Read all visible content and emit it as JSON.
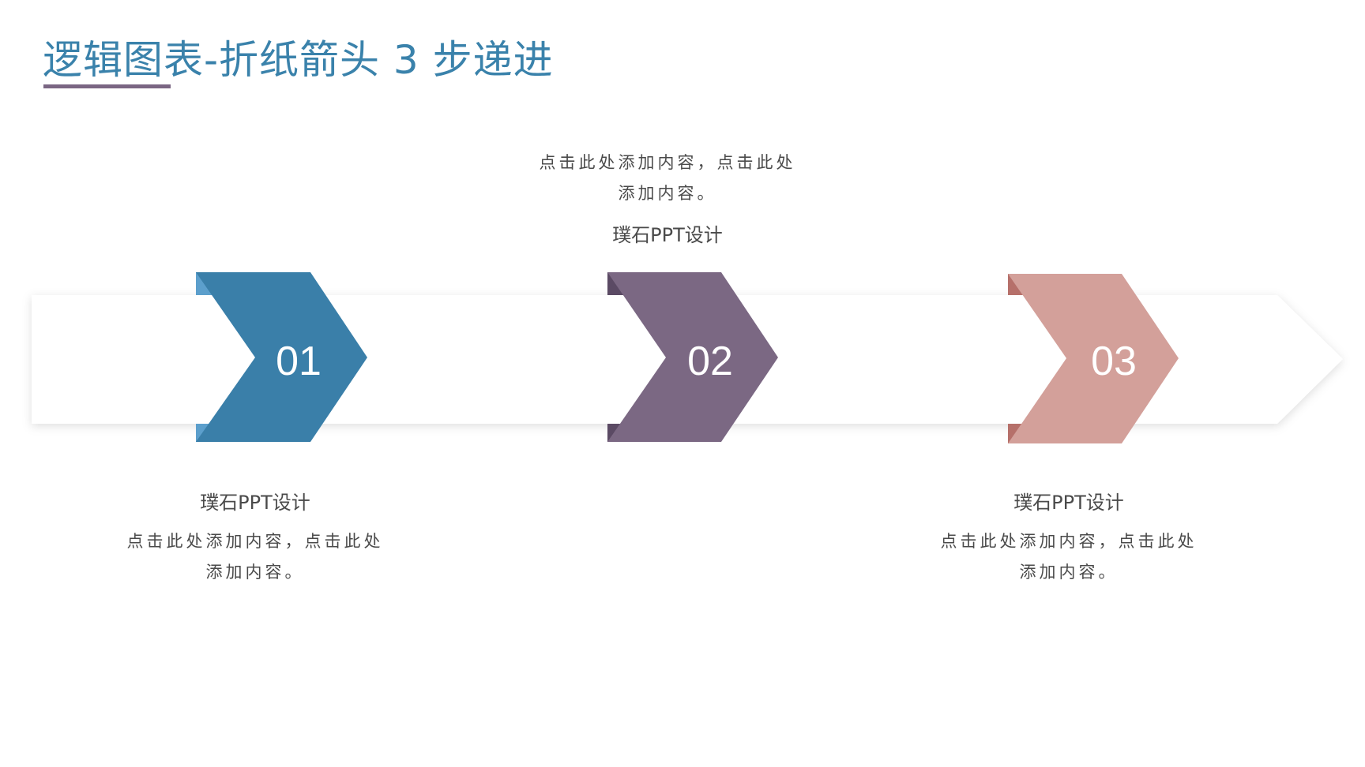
{
  "title": "逻辑图表-折纸箭头 3 步递进",
  "steps": [
    {
      "number": "01",
      "title": "璞石PPT设计",
      "desc": "点击此处添加内容，点击此处添加内容。",
      "color": "#3a7fa9",
      "fold_color": "#5c9fcc"
    },
    {
      "number": "02",
      "title": "璞石PPT设计",
      "desc": "点击此处添加内容，点击此处添加内容。",
      "color": "#7b6883",
      "fold_color": "#5b4a64"
    },
    {
      "number": "03",
      "title": "璞石PPT设计",
      "desc": "点击此处添加内容，点击此处添加内容。",
      "color": "#d3a09a",
      "fold_color": "#b6706a"
    }
  ]
}
